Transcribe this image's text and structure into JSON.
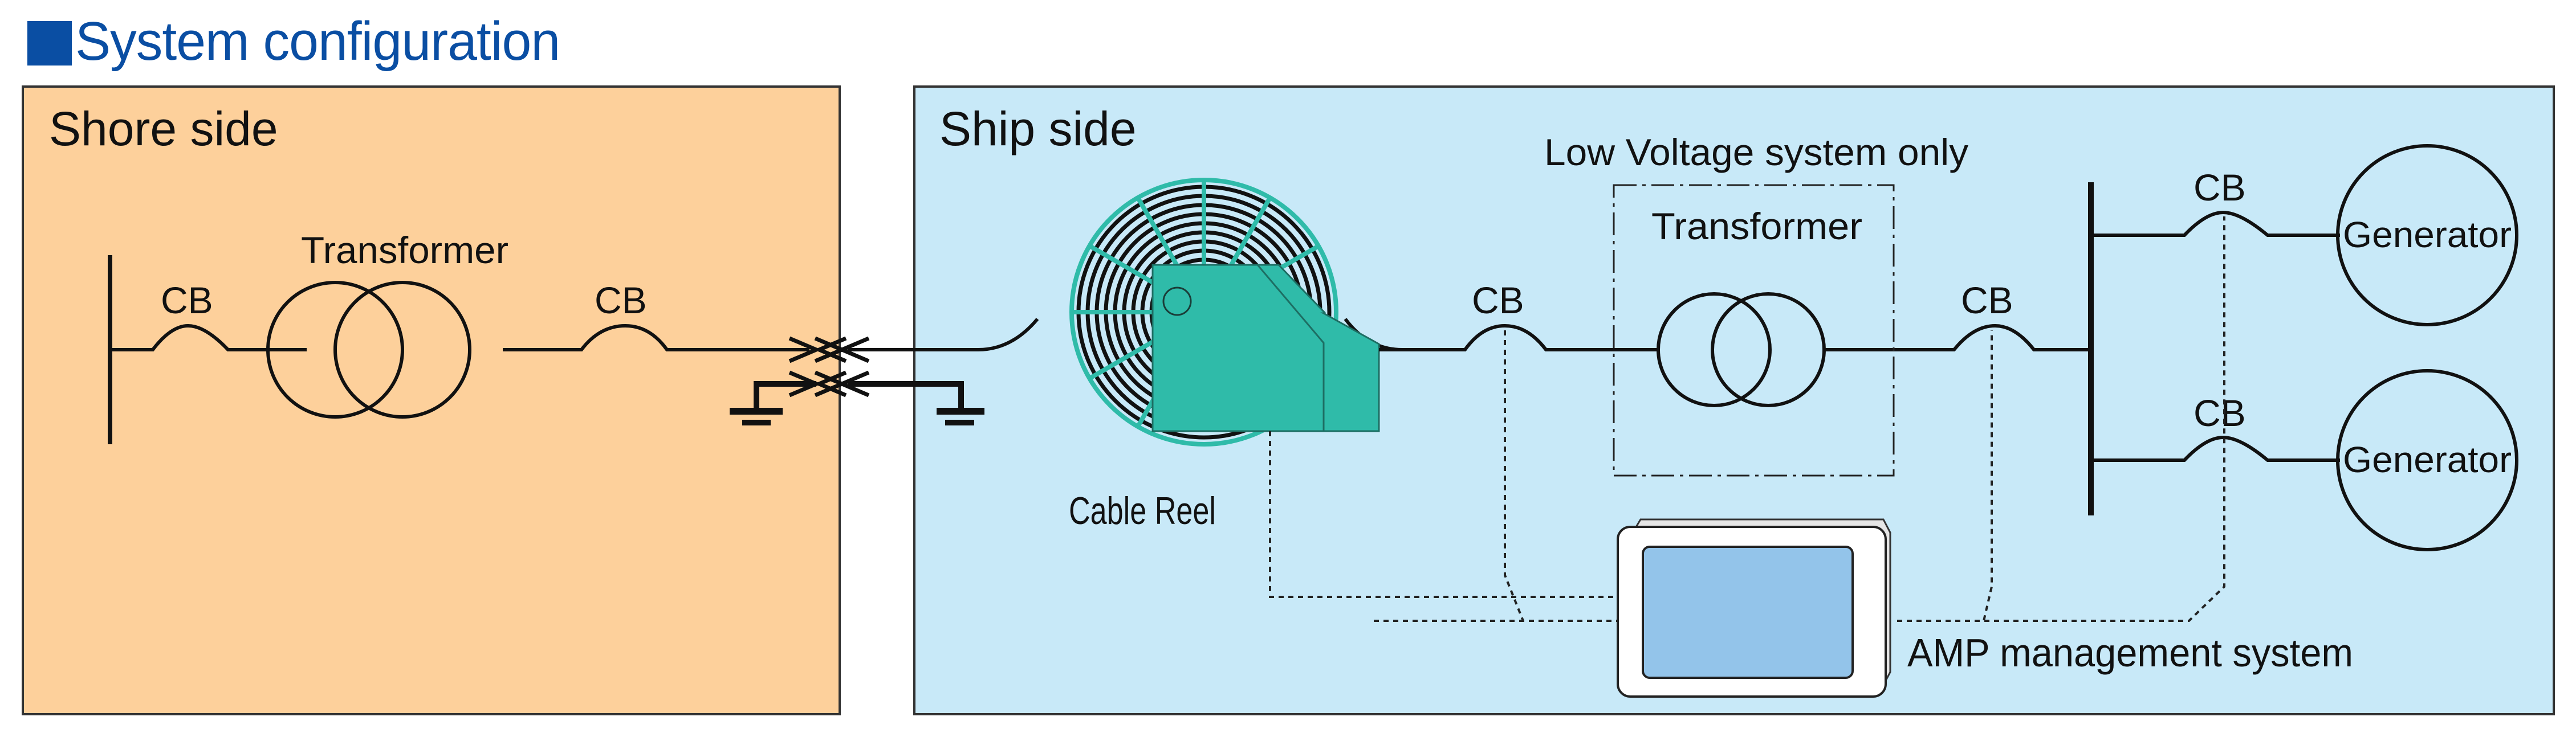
{
  "title": "System configuration",
  "colors": {
    "title": "#0a4ea3",
    "shore_bg": "#fdd09b",
    "ship_bg": "#c8e9f8",
    "reel_teal": "#2fbba9",
    "screen_blue": "#93c4ea",
    "line": "#111111"
  },
  "shore": {
    "label": "Shore side",
    "cb_left": "CB",
    "transformer": "Transformer",
    "cb_right": "CB",
    "ground_icon": "ground-icon"
  },
  "ship": {
    "label": "Ship side",
    "cable_reel": "Cable Reel",
    "cb_after_reel": "CB",
    "lv_note": "Low Voltage system only",
    "transformer": "Transformer",
    "cb_before_bus": "CB",
    "generators": [
      {
        "cb": "CB",
        "label": "Generator"
      },
      {
        "cb": "CB",
        "label": "Generator"
      }
    ],
    "amp": "AMP management system",
    "ground_icon": "ground-icon"
  }
}
